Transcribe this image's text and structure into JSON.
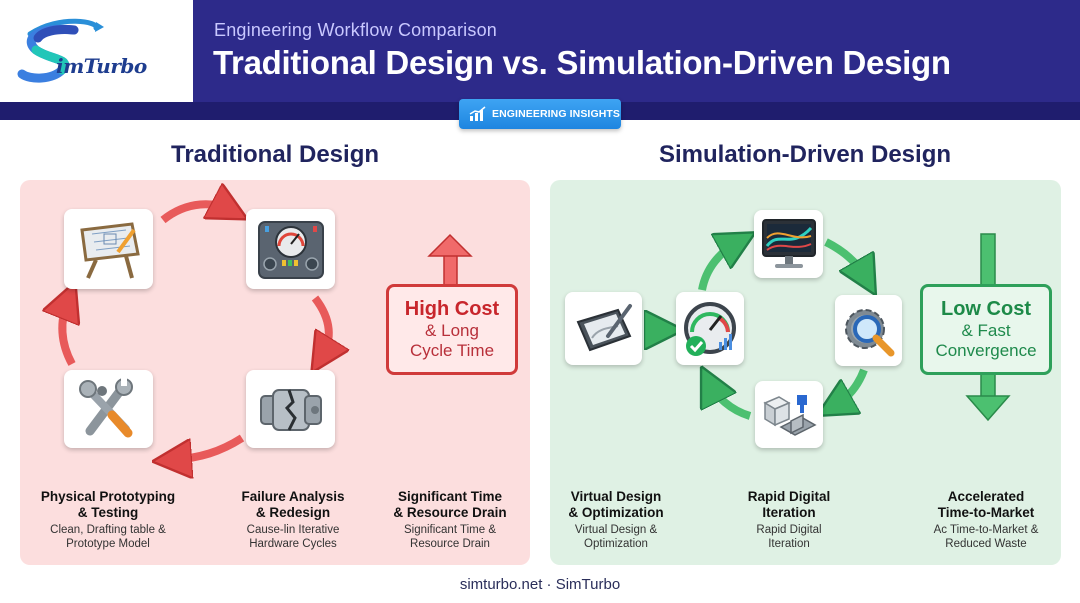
{
  "header": {
    "logo_text": "imTurbo",
    "subtitle": "Engineering Workflow Comparison",
    "title": "Traditional Design vs. Simulation-Driven Design"
  },
  "badge": {
    "label": "ENGINEERING INSIGHTS",
    "icon": "bar-chart-icon"
  },
  "colors": {
    "header_bg": "#2d2a8a",
    "badge_blue": "#1e85e0",
    "traditional_panel": "#fcdede",
    "traditional_accent": "#d03a3a",
    "simulation_panel": "#dff1e4",
    "simulation_accent": "#2ea05a"
  },
  "traditional": {
    "title": "Traditional Design",
    "callout": {
      "big": "High Cost",
      "line2": "& Long",
      "line3": "Cycle Time"
    },
    "icons": [
      "drafting-table-icon",
      "control-panel-icon",
      "broken-part-icon",
      "wrench-tools-icon"
    ],
    "captions": [
      {
        "title1": "Physical Prototyping",
        "title2": "& Testing",
        "sub1": "Clean, Drafting table &",
        "sub2": "Prototype Model"
      },
      {
        "title1": "Failure Analysis",
        "title2": "& Redesign",
        "sub1": "Cause-lin Iterative",
        "sub2": "Hardware Cycles"
      },
      {
        "title1": "Significant Time",
        "title2": "& Resource Drain",
        "sub1": "Significant Time &",
        "sub2": "Resource Drain"
      }
    ]
  },
  "simulation": {
    "title": "Simulation-Driven Design",
    "callout": {
      "big": "Low Cost",
      "line2": "& Fast",
      "line3": "Convergence"
    },
    "icons": [
      "tablet-pen-icon",
      "gauge-check-icon",
      "simulation-monitor-icon",
      "gear-magnifier-icon",
      "cad-parts-icon"
    ],
    "captions": [
      {
        "title1": "Virtual Design",
        "title2": "& Optimization",
        "sub1": "Virtual Design &",
        "sub2": "Optimization"
      },
      {
        "title1": "Rapid Digital",
        "title2": "Iteration",
        "sub1": "Rapid Digital",
        "sub2": "Iteration"
      },
      {
        "title1": "Accelerated",
        "title2": "Time-to-Market",
        "sub1": "Ac Time-to-Market &",
        "sub2": "Reduced Waste"
      }
    ]
  },
  "footer": {
    "text": "simturbo.net · SimTurbo"
  }
}
